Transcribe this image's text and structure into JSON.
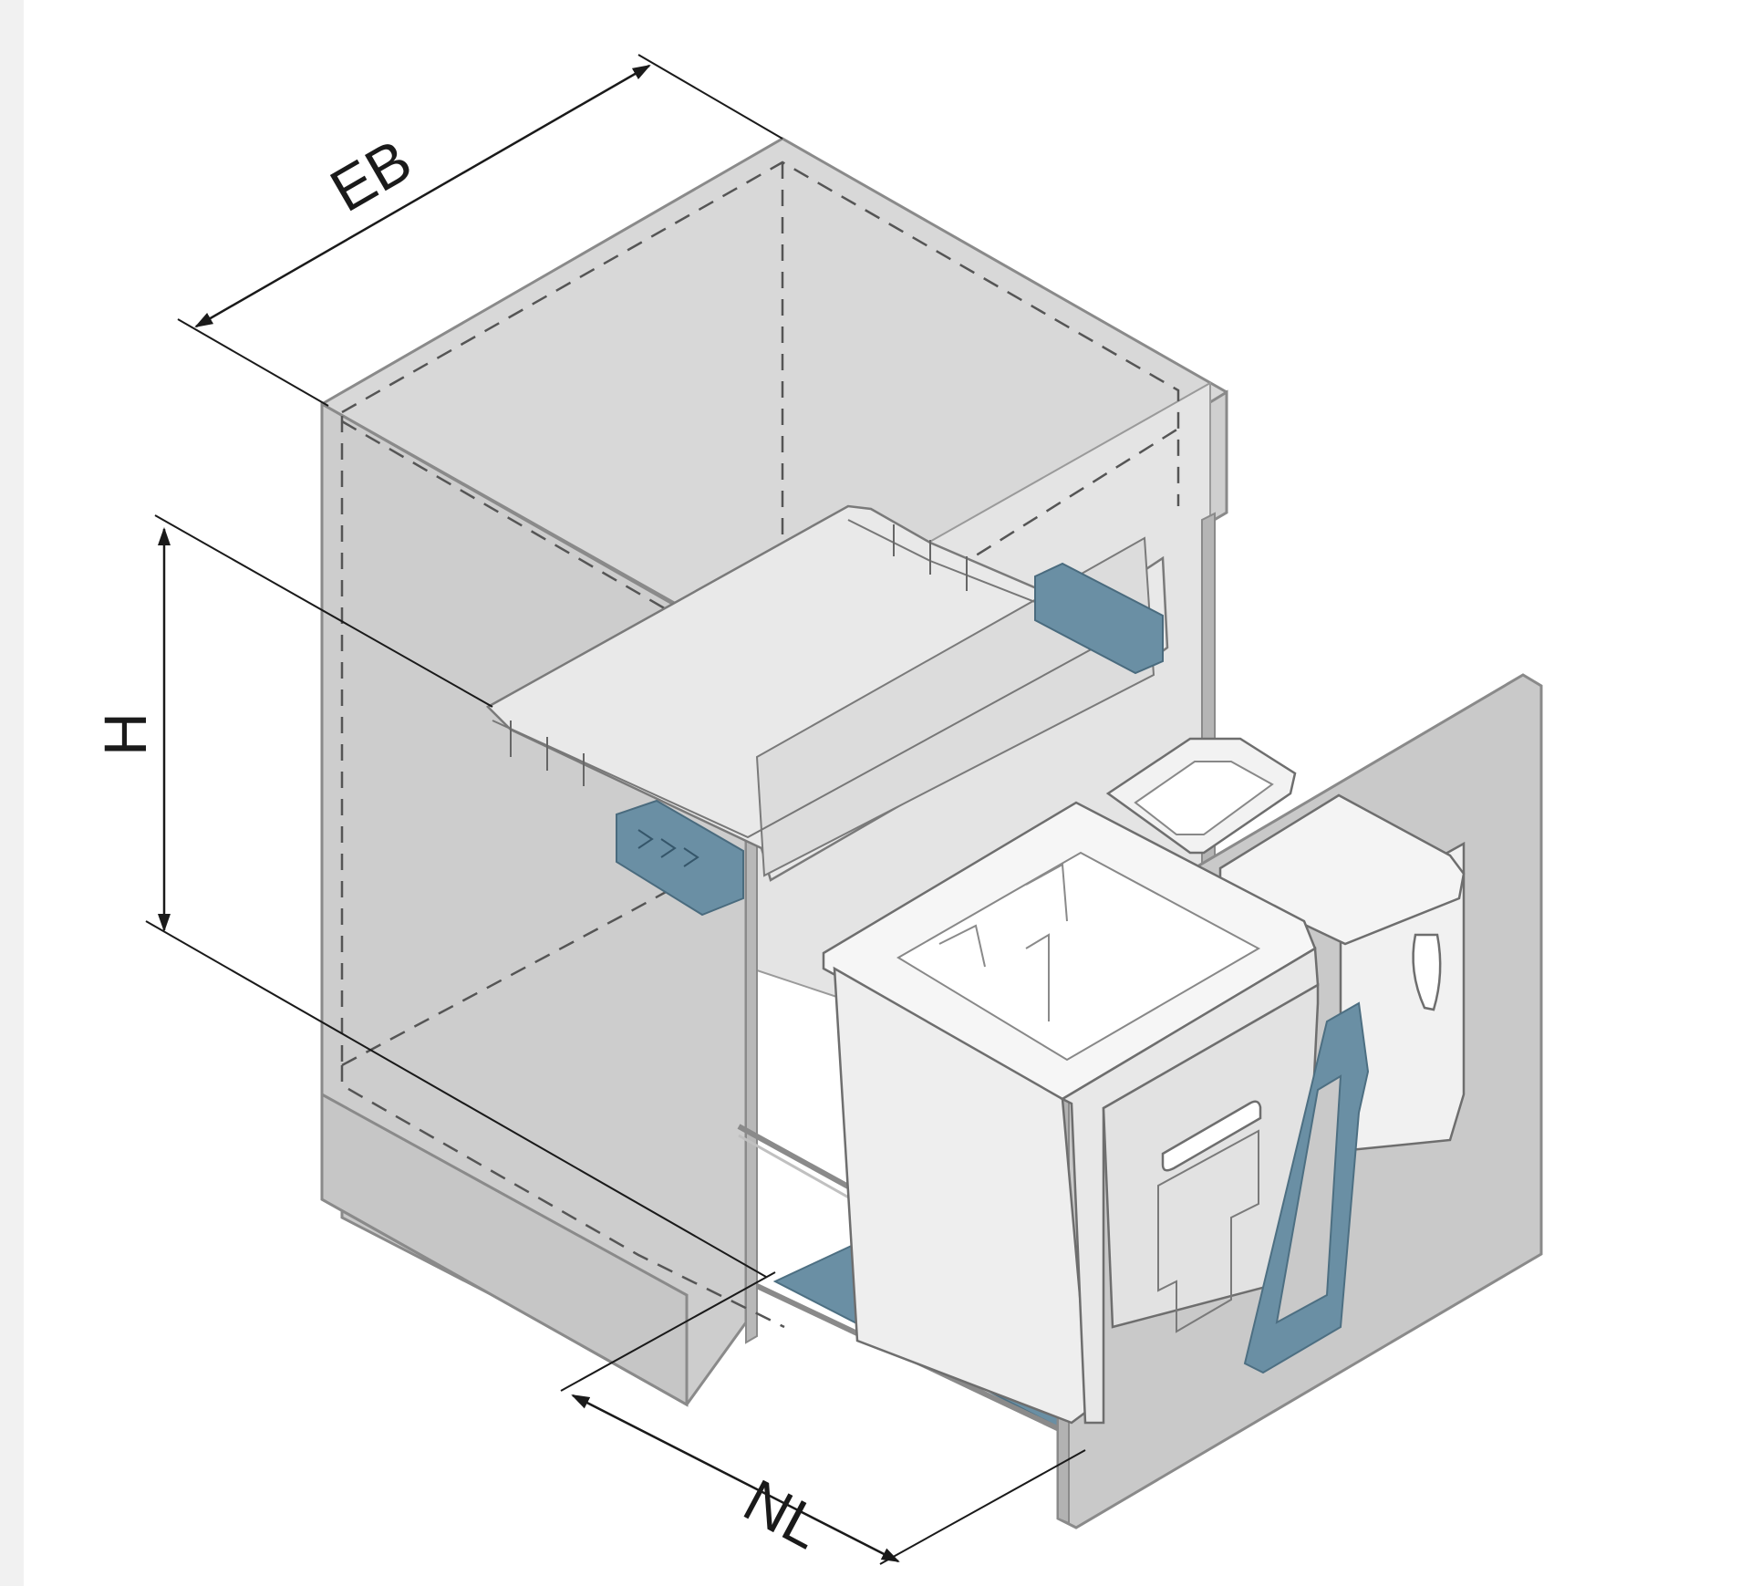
{
  "labels": {
    "width": "EB",
    "height": "H",
    "length": "NL"
  },
  "colors": {
    "background": "#ffffff",
    "cabinet_top": "#d6d6d6",
    "cabinet_side": "#cbcbcb",
    "cabinet_interior": "#e6e6e6",
    "panel": "#c4c4c4",
    "edge": "#8a8a8a",
    "accent_blue": "#6a8fa4",
    "bin_white": "#f4f4f4",
    "line": "#1a1a1a"
  },
  "icons": [
    "arrow-head-icon"
  ]
}
